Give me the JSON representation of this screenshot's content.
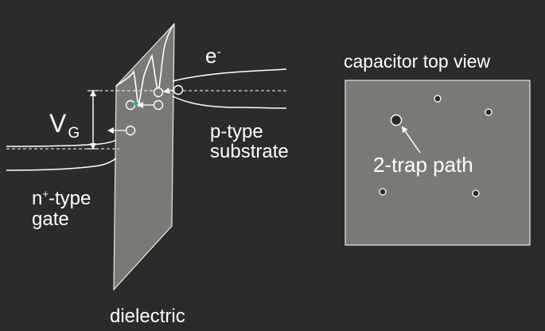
{
  "labels": {
    "electron_base": "e",
    "electron_sup": "-",
    "vg_base": "V",
    "vg_sub": "G",
    "ptype_line1": "p-type",
    "ptype_line2": "substrate",
    "ntype_base": "n",
    "ntype_sup": "+",
    "ntype_rest": "-type",
    "ntype_line2": "gate",
    "dielectric": "dielectric",
    "top_view_title": "capacitor top view",
    "trap_path": "2-trap path"
  },
  "colors": {
    "background": "#2b2b2b",
    "dielectric_fill": "#7a7a74",
    "capacitor_fill": "#7a7a74",
    "line": "#ffffff",
    "electron_dot": "#2ea8a8"
  }
}
